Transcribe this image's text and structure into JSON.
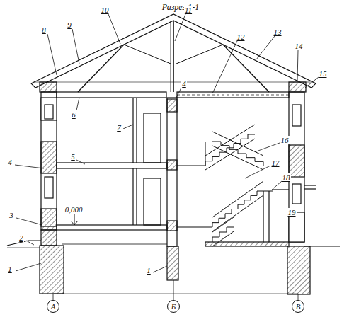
{
  "diagram": {
    "title": "Разрез 1-1",
    "nodes": [
      {
        "text": [
          "А"
        ]
      },
      {
        "text": [
          "Б"
        ]
      },
      {
        "text": [
          "В"
        ]
      }
    ],
    "labels": [
      "1",
      "2",
      "3",
      "4",
      "5",
      "6",
      "7",
      "8",
      "9",
      "10",
      "11",
      "12",
      "13",
      "14",
      "15",
      "4",
      "16",
      "17",
      "18",
      "19",
      "1",
      "0,000"
    ]
  }
}
